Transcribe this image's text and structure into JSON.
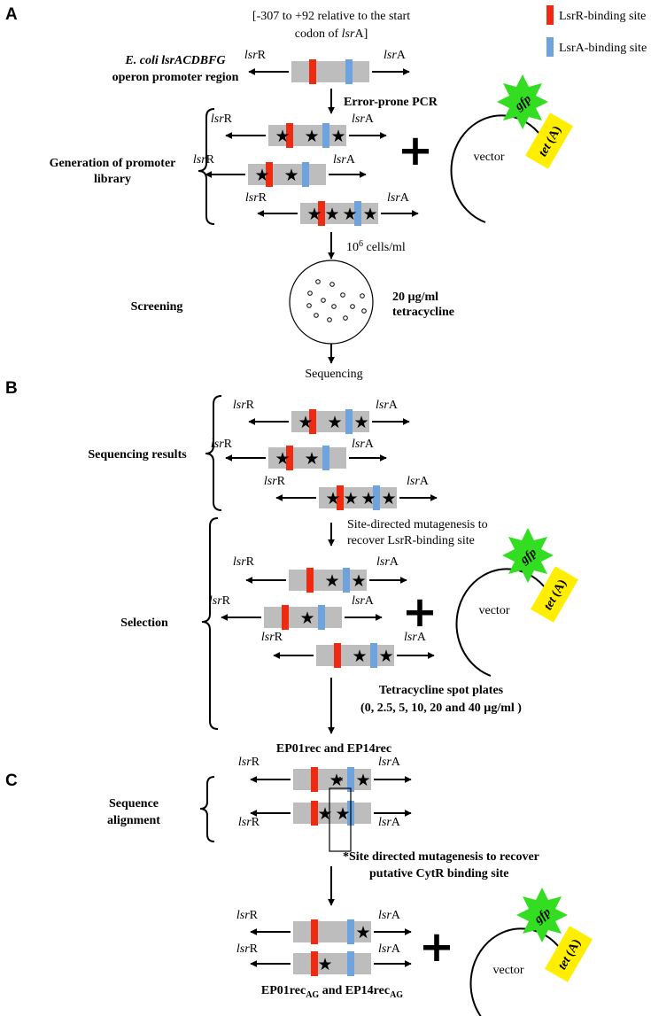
{
  "colors": {
    "lsrR_site": "#ee2a11",
    "lsrA_site": "#6fa3dd",
    "promoter": "#bdbdbd",
    "gfp": "#33dd22",
    "tet": "#ffee00"
  },
  "legend": {
    "lsrR_site": "LsrR-binding site",
    "lsrA_site": "LsrA-binding site"
  },
  "panels": {
    "a": "A",
    "b": "B",
    "c": "C"
  },
  "gene_labels": {
    "lsrR_prefix": "lsr",
    "lsrR_suffix": "R",
    "lsrA_prefix": "lsr",
    "lsrA_suffix": "A"
  },
  "plasmid": {
    "gfp": "gfp",
    "tet_prefix": "tet",
    "tet_suffix": " (A)",
    "vector": "vector"
  },
  "symbols": {
    "plus": "+",
    "star": "★",
    "asterisk": "*"
  },
  "panel_a": {
    "range_line1": "[-307 to +92 relative to the start",
    "range_line2_prefix": "codon of ",
    "range_line2_italic": "lsr",
    "range_line2_suffix": "A]",
    "operon_line1": "E. coli lsrACDBFG",
    "operon_line2": "operon promoter region",
    "step_errorprone": "Error-prone PCR",
    "library_line1": "Generation of promoter",
    "library_line2": "library",
    "cells_base": "10",
    "cells_exp": "6",
    "cells_unit": " cells/ml",
    "screening": "Screening",
    "tet_conc_line1": "20 µg/ml",
    "tet_conc_line2": "tetracycline",
    "sequencing": "Sequencing"
  },
  "panel_b": {
    "sequencing_results": "Sequencing results",
    "mutagenesis_line1": "Site-directed mutagenesis to",
    "mutagenesis_line2": "recover LsrR-binding site",
    "selection": "Selection",
    "spot_line1": "Tetracycline spot plates",
    "spot_line2": "(0, 2.5, 5, 10, 20 and 40 µg/ml )",
    "result": "EP01rec and EP14rec"
  },
  "panel_c": {
    "alignment_line1": "Sequence",
    "alignment_line2": "alignment",
    "cytr_line1": "*Site directed mutagenesis to recover",
    "cytr_line2": "putative CytR binding site",
    "final_part1": "EP01rec",
    "final_sub1": "AG",
    "final_part2": " and EP14rec",
    "final_sub2": "AG"
  }
}
